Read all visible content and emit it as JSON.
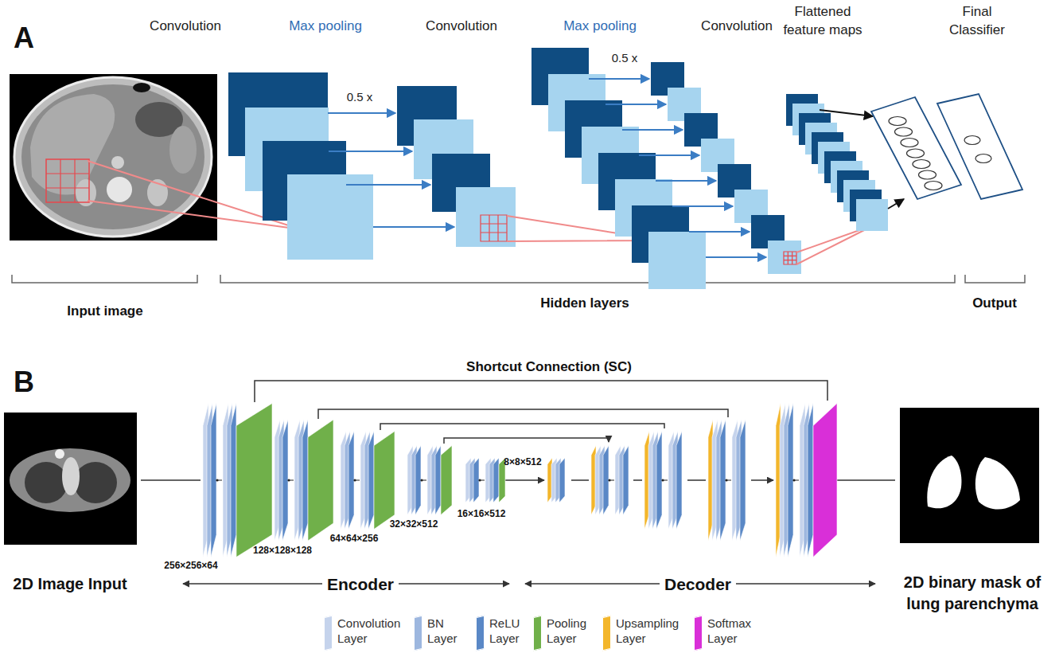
{
  "diagram": {
    "labels": [
      "A",
      "Convolution",
      "Max pooling",
      "Convolution",
      "Max pooling",
      "Convolution",
      "Flattened feature maps",
      "Final Classifier",
      "0.5 x",
      "0.5 x",
      "Input image",
      "Hidden layers",
      "Output",
      "B",
      "Shortcut Connection (SC)",
      "256×256×64",
      "128×128×128",
      "64×64×256",
      "32×32×512",
      "16×16×512",
      "8×8×512",
      "2D Image Input",
      "Encoder",
      "Decoder",
      "2D binary mask of lung parenchyma"
    ],
    "legend": [
      {
        "text": "Convolution Layer",
        "color": "#c5d3ec"
      },
      {
        "text": "BN Layer",
        "color": "#9db7df"
      },
      {
        "text": "ReLU Layer",
        "color": "#5a88c6"
      },
      {
        "text": "Pooling Layer",
        "color": "#70b04a"
      },
      {
        "text": "Upsampling Layer",
        "color": "#f3b62b"
      },
      {
        "text": "Softmax Layer",
        "color": "#d92fd8"
      }
    ]
  }
}
